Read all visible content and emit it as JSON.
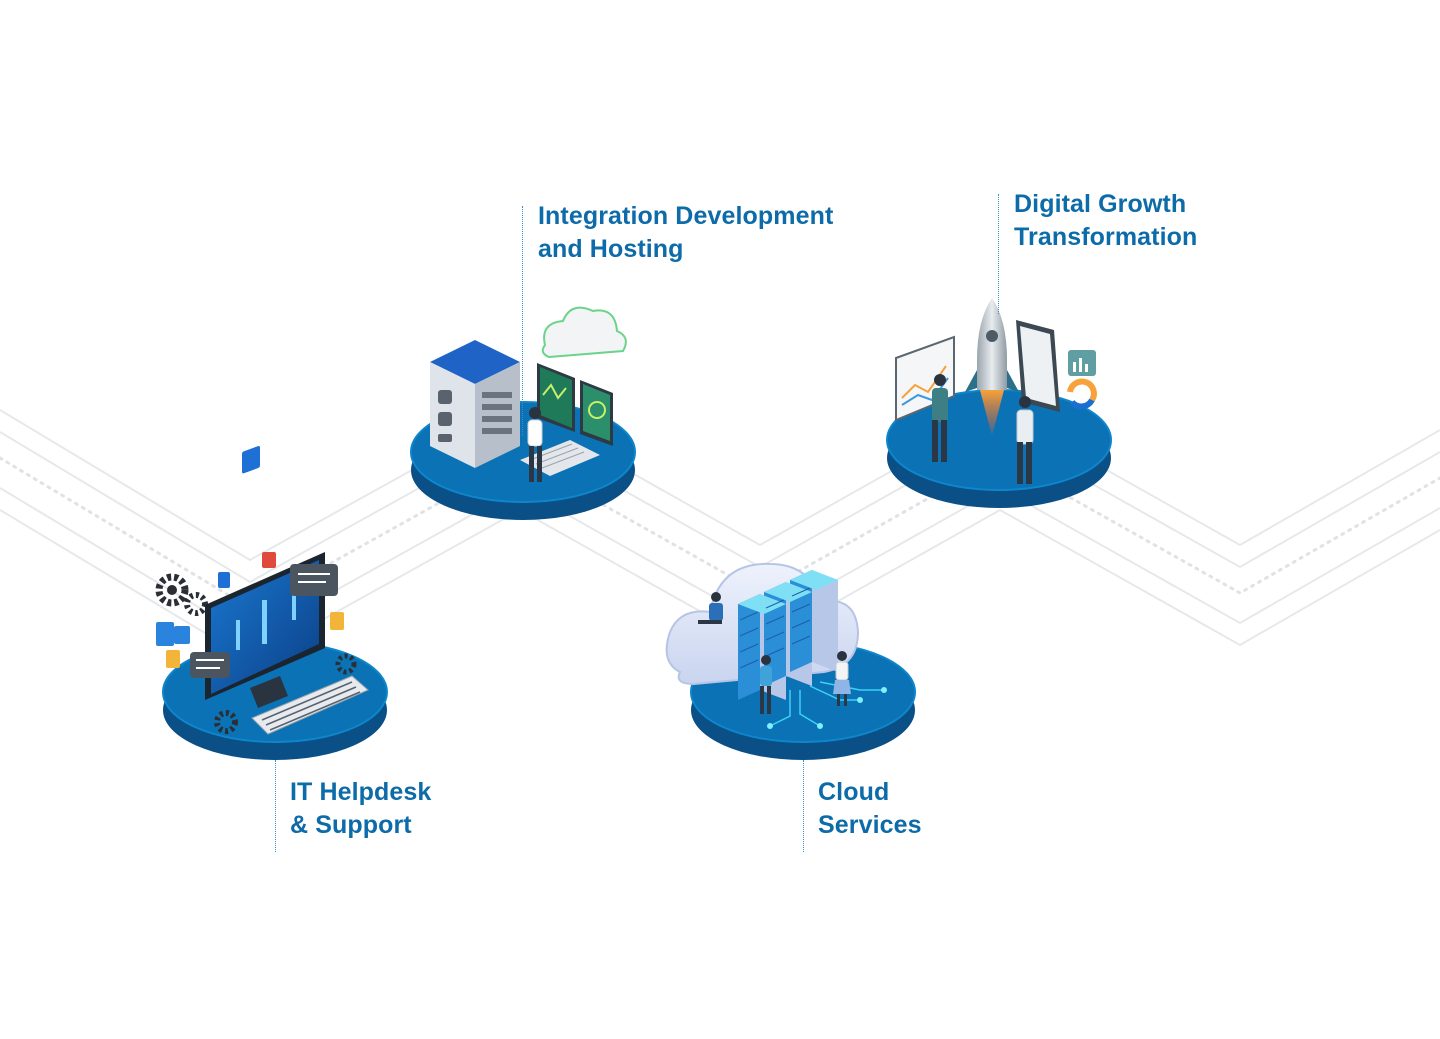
{
  "services": [
    {
      "id": "integration",
      "line1": "Integration Development",
      "line2": "and Hosting",
      "icon": "server-monitor-cloud-icon"
    },
    {
      "id": "digital",
      "line1": "Digital Growth",
      "line2": "Transformation",
      "icon": "rocket-growth-icon"
    },
    {
      "id": "helpdesk",
      "line1": "IT Helpdesk",
      "line2": "& Support",
      "icon": "helpdesk-computer-icon"
    },
    {
      "id": "cloud",
      "line1": "Cloud",
      "line2": "Services",
      "icon": "cloud-servers-icon"
    }
  ],
  "colors": {
    "label": "#0c6ba8",
    "platform_top": "#0a72b5",
    "platform_side": "#0a4f86",
    "platform_edge": "#0e86cc",
    "connector": "#e4e6ea"
  }
}
